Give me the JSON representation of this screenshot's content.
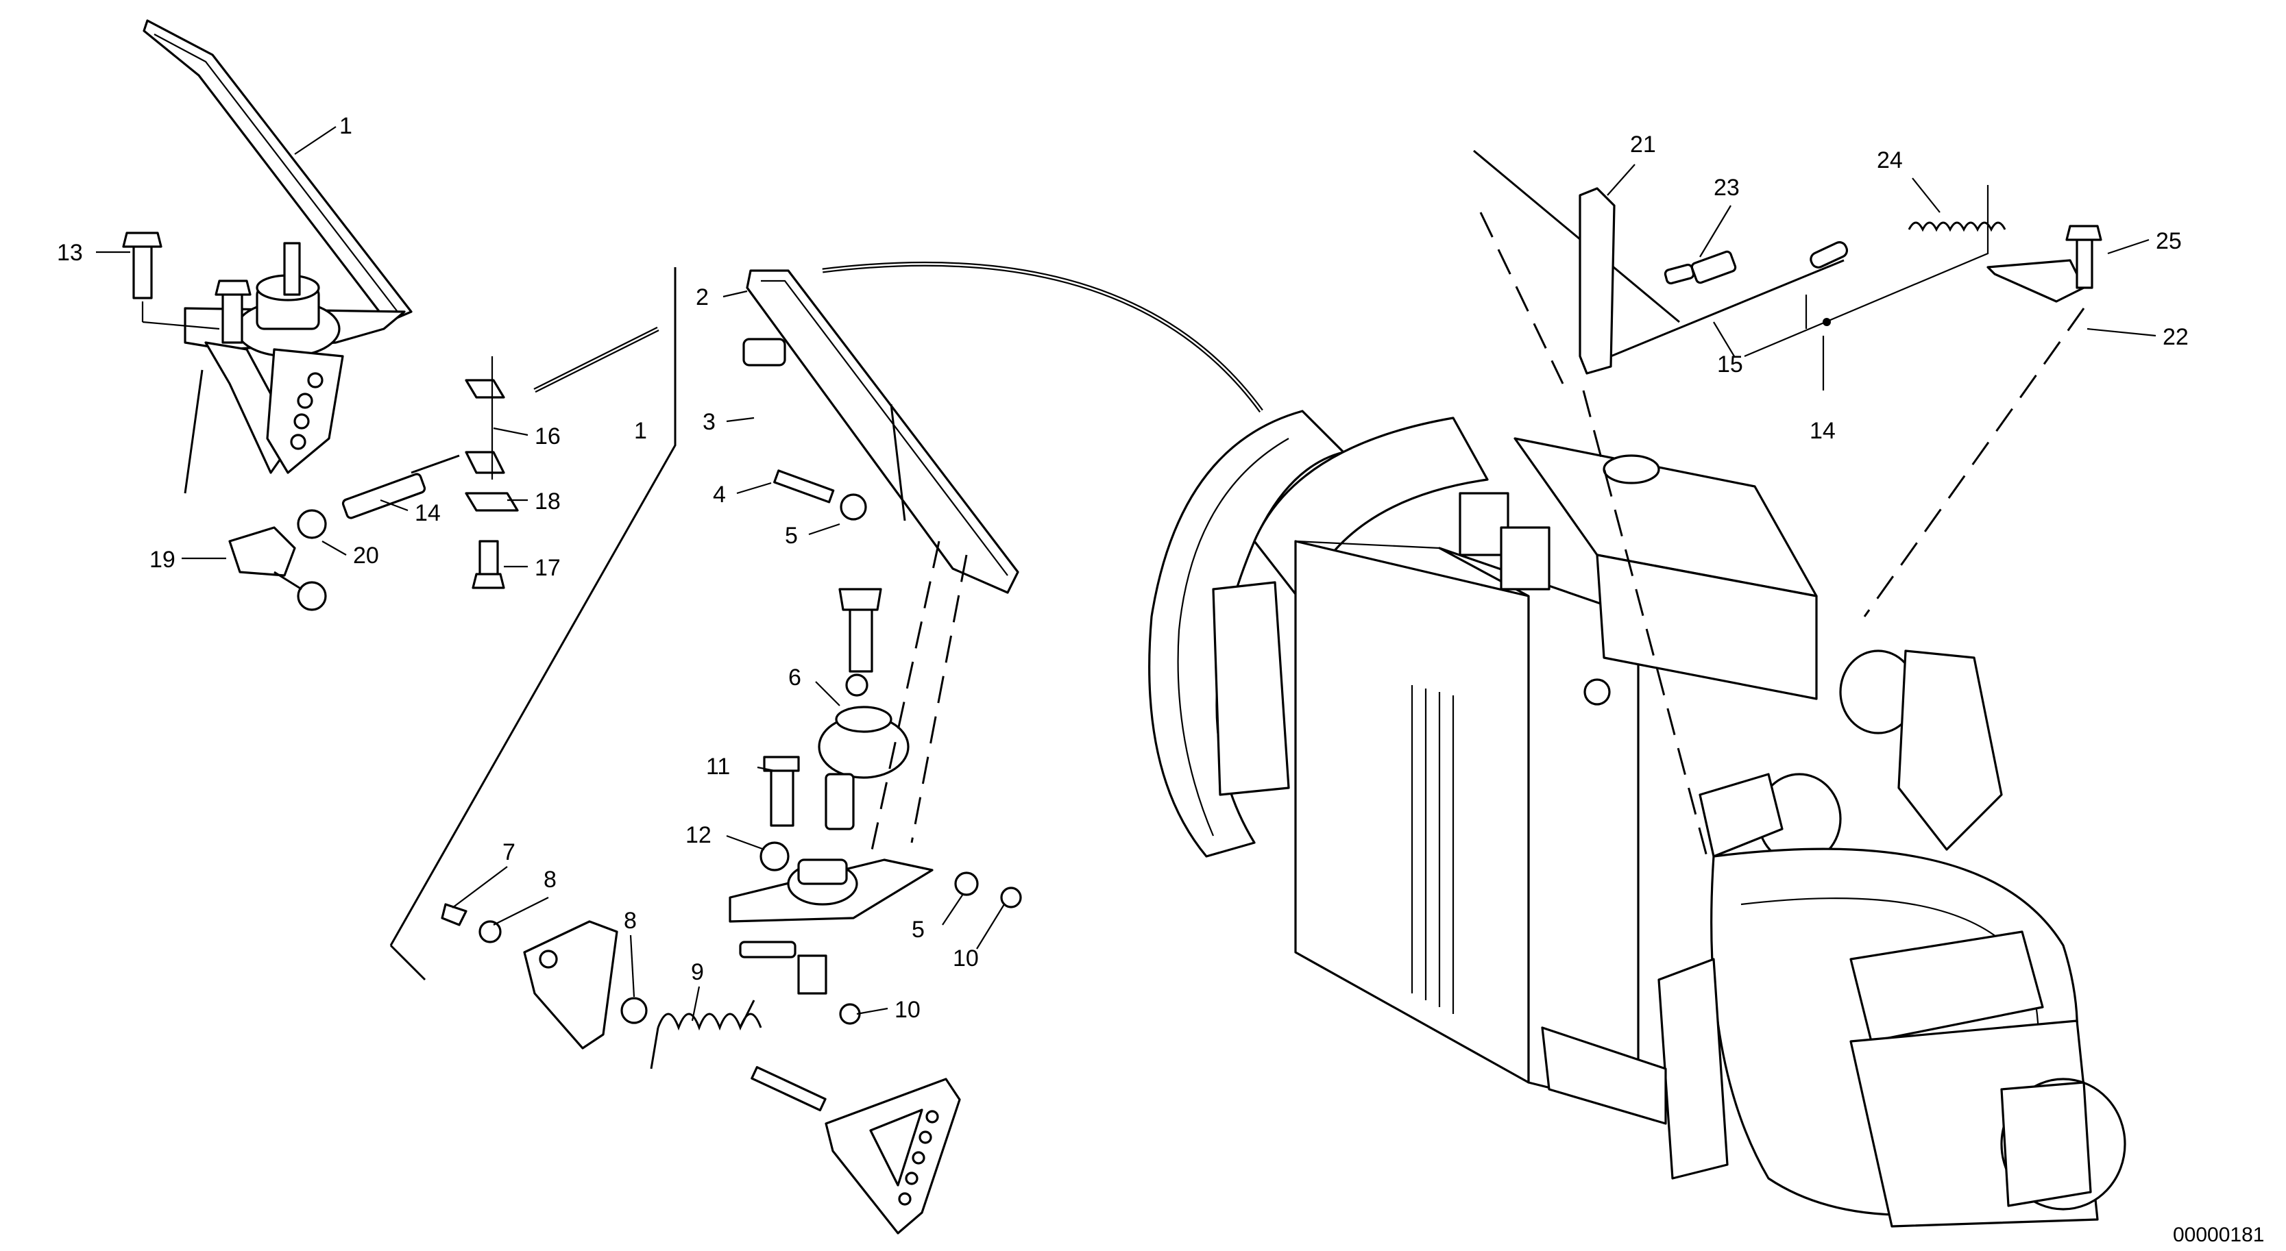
{
  "drawing_number": "00000181",
  "callouts": [
    {
      "id": "c1a",
      "text": "1"
    },
    {
      "id": "c13",
      "text": "13"
    },
    {
      "id": "c16",
      "text": "16"
    },
    {
      "id": "c18",
      "text": "18"
    },
    {
      "id": "c17",
      "text": "17"
    },
    {
      "id": "c14a",
      "text": "14"
    },
    {
      "id": "c19",
      "text": "19"
    },
    {
      "id": "c20",
      "text": "20"
    },
    {
      "id": "c2",
      "text": "2"
    },
    {
      "id": "c1b",
      "text": "1"
    },
    {
      "id": "c3",
      "text": "3"
    },
    {
      "id": "c4",
      "text": "4"
    },
    {
      "id": "c5a",
      "text": "5"
    },
    {
      "id": "c6",
      "text": "6"
    },
    {
      "id": "c11",
      "text": "11"
    },
    {
      "id": "c12",
      "text": "12"
    },
    {
      "id": "c5b",
      "text": "5"
    },
    {
      "id": "c10a",
      "text": "10"
    },
    {
      "id": "c10b",
      "text": "10"
    },
    {
      "id": "c7",
      "text": "7"
    },
    {
      "id": "c8a",
      "text": "8"
    },
    {
      "id": "c8b",
      "text": "8"
    },
    {
      "id": "c9",
      "text": "9"
    },
    {
      "id": "c21",
      "text": "21"
    },
    {
      "id": "c23",
      "text": "23"
    },
    {
      "id": "c24",
      "text": "24"
    },
    {
      "id": "c25",
      "text": "25"
    },
    {
      "id": "c22",
      "text": "22"
    },
    {
      "id": "c15",
      "text": "15"
    },
    {
      "id": "c14b",
      "text": "14"
    }
  ]
}
